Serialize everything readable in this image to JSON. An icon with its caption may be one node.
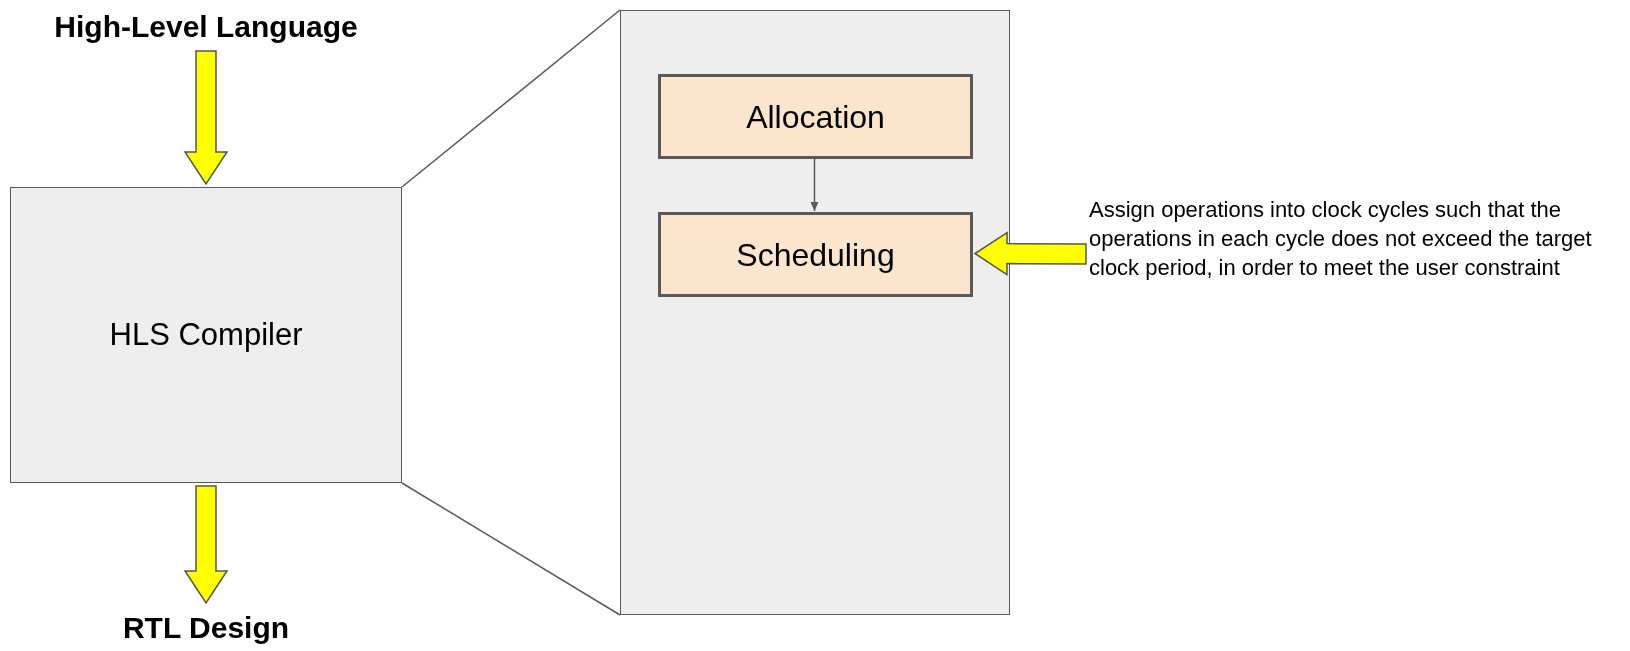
{
  "diagram": {
    "nodes": [
      {
        "text": [
          "High-Level Language"
        ]
      },
      {
        "text": [
          "HLS Compiler"
        ]
      },
      {
        "text": [
          "RTL Design"
        ]
      },
      {
        "text": [],
        "shape": "box"
      },
      {
        "text": [
          "Allocation"
        ],
        "in": 3
      },
      {
        "text": [
          "Scheduling"
        ],
        "in": 3
      },
      {
        "text": [
          "Assign operations into clock cycles such that the operations in each cycle does not exceed the target clock period, in order to meet the user constraint"
        ]
      }
    ],
    "edges": [
      {
        "from": 0,
        "to": 1,
        "arrow": "to",
        "style": "thick",
        "color": "#ffff00"
      },
      {
        "from": 1,
        "to": 2,
        "arrow": "to",
        "style": "thick",
        "color": "#ffff00"
      },
      {
        "from": 4,
        "to": 5,
        "arrow": "to"
      },
      {
        "from": 6,
        "to": 5,
        "arrow": "to",
        "style": "thick",
        "color": "#ffff00"
      },
      {
        "from": 1,
        "to": 3,
        "arrow": "none"
      },
      {
        "from": 1,
        "to": 3,
        "arrow": "none"
      }
    ]
  }
}
